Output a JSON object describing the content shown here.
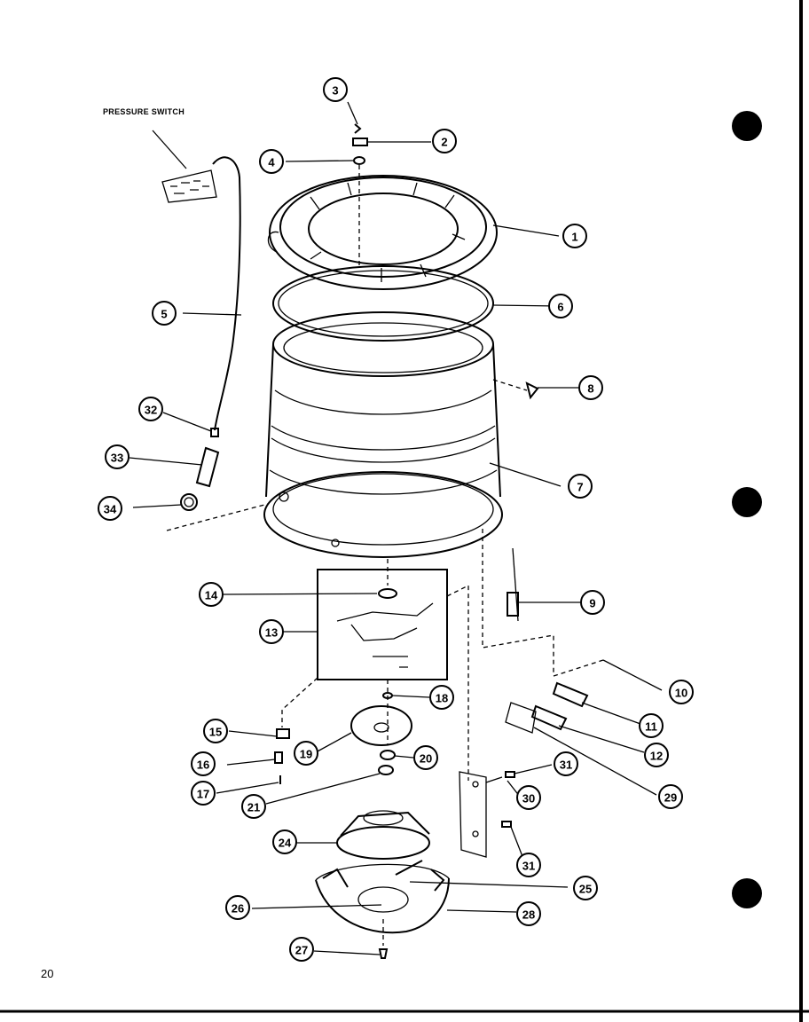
{
  "labels": {
    "pressure_switch": "PRESSURE SWITCH",
    "page_number": "20"
  },
  "callouts": [
    {
      "id": "c1",
      "number": "1"
    },
    {
      "id": "c2",
      "number": "2"
    },
    {
      "id": "c3",
      "number": "3"
    },
    {
      "id": "c4",
      "number": "4"
    },
    {
      "id": "c5",
      "number": "5"
    },
    {
      "id": "c6",
      "number": "6"
    },
    {
      "id": "c7",
      "number": "7"
    },
    {
      "id": "c8",
      "number": "8"
    },
    {
      "id": "c9",
      "number": "9"
    },
    {
      "id": "c10",
      "number": "10"
    },
    {
      "id": "c11",
      "number": "11"
    },
    {
      "id": "c12",
      "number": "12"
    },
    {
      "id": "c13",
      "number": "13"
    },
    {
      "id": "c14",
      "number": "14"
    },
    {
      "id": "c15",
      "number": "15"
    },
    {
      "id": "c16",
      "number": "16"
    },
    {
      "id": "c17",
      "number": "17"
    },
    {
      "id": "c18",
      "number": "18"
    },
    {
      "id": "c19",
      "number": "19"
    },
    {
      "id": "c20",
      "number": "20"
    },
    {
      "id": "c21",
      "number": "21"
    },
    {
      "id": "c24",
      "number": "24"
    },
    {
      "id": "c25",
      "number": "25"
    },
    {
      "id": "c26",
      "number": "26"
    },
    {
      "id": "c27",
      "number": "27"
    },
    {
      "id": "c28",
      "number": "28"
    },
    {
      "id": "c29",
      "number": "29"
    },
    {
      "id": "c30",
      "number": "30"
    },
    {
      "id": "c31a",
      "number": "31"
    },
    {
      "id": "c31b",
      "number": "31"
    },
    {
      "id": "c32",
      "number": "32"
    },
    {
      "id": "c33",
      "number": "33"
    },
    {
      "id": "c34",
      "number": "34"
    }
  ],
  "colors": {
    "ink": "#000000",
    "paper": "#ffffff"
  }
}
